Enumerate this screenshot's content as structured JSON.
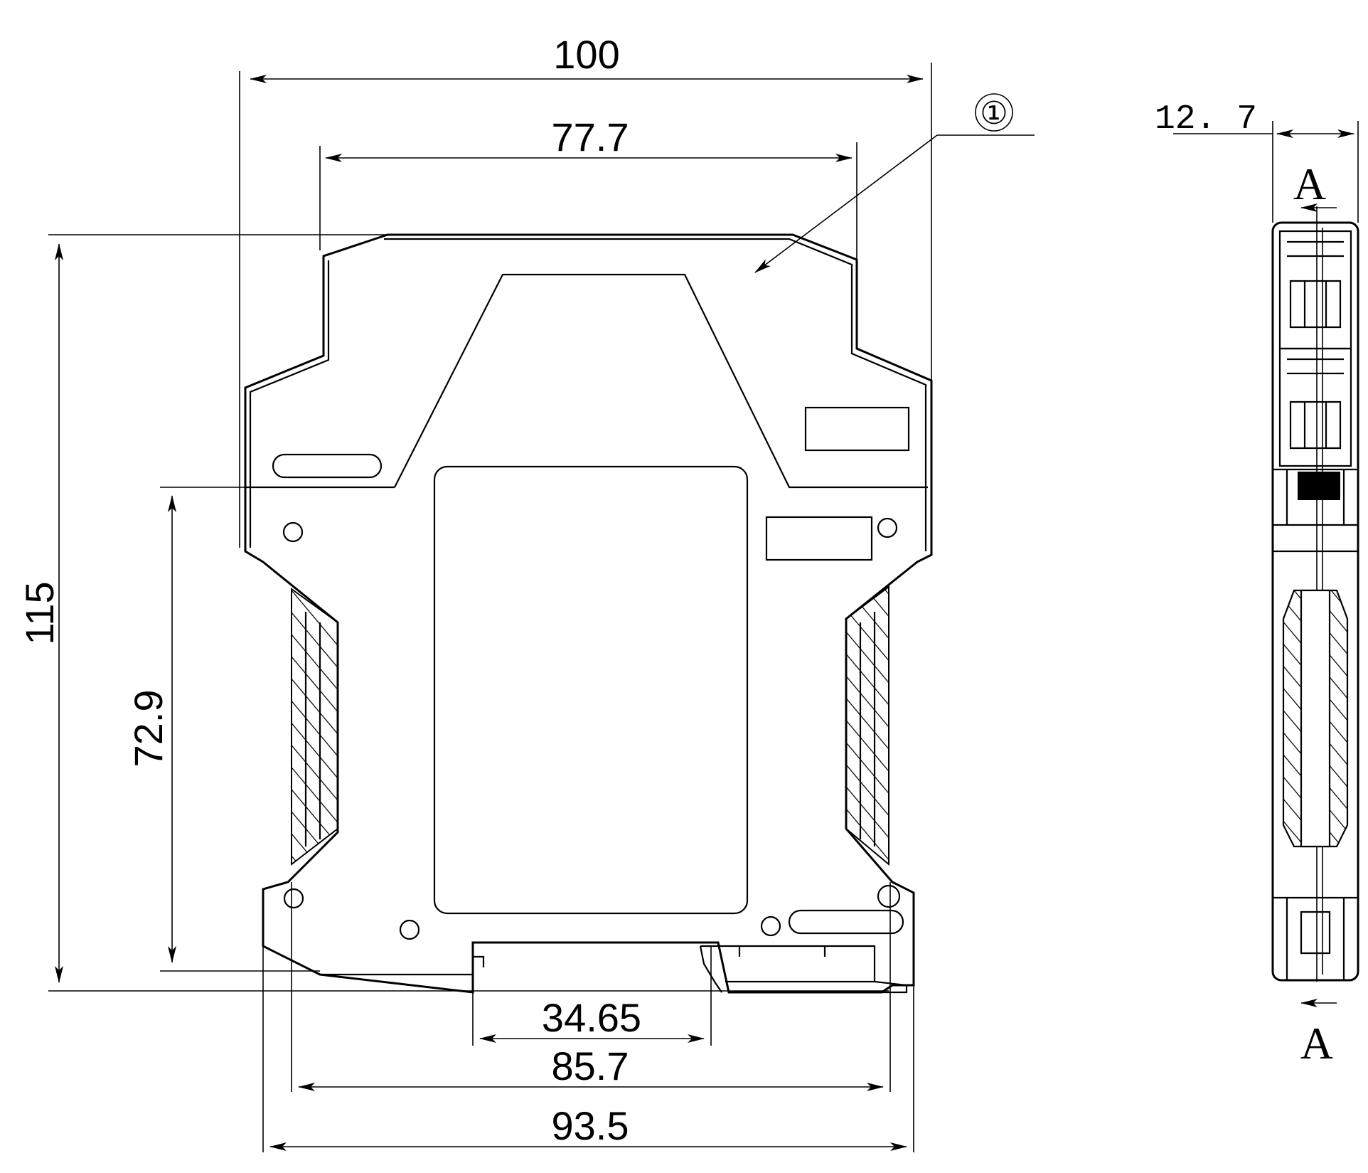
{
  "dimensions": {
    "width_overall": "100",
    "width_top": "77.7",
    "height_overall": "115",
    "height_rail": "72.9",
    "bottom_offset": "34.65",
    "bottom_inner": "85.7",
    "bottom_outer": "93.5",
    "side_width": "12. 7"
  },
  "callout": {
    "marker": "①"
  },
  "section": {
    "top_label": "A",
    "bottom_label": "A"
  },
  "colors": {
    "line": "#000000",
    "background": "#ffffff"
  }
}
